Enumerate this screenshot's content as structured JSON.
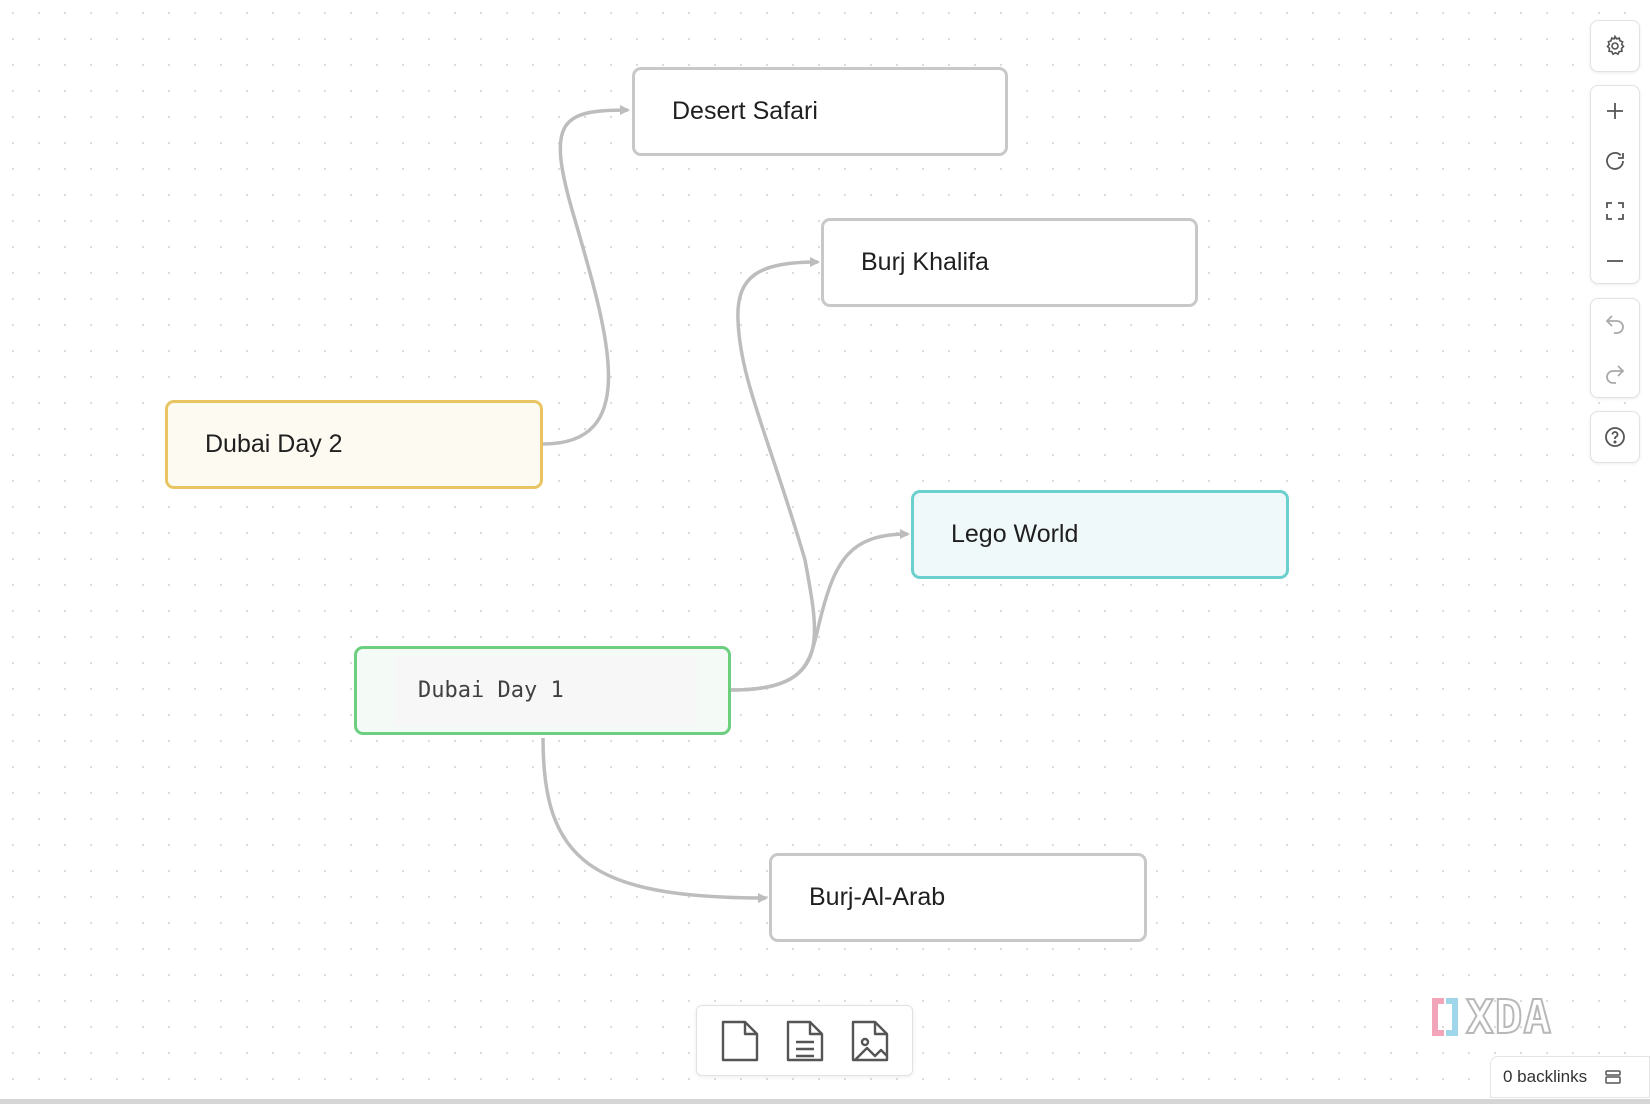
{
  "nodes": {
    "desert_safari": "Desert Safari",
    "burj_khalifa": "Burj Khalifa",
    "dubai_day_2": "Dubai Day 2",
    "lego_world": "Lego World",
    "dubai_day_1": "Dubai Day 1",
    "burj_al_arab": "Burj-Al-Arab"
  },
  "node_colors": {
    "dubai_day_2": "#e8c463",
    "lego_world": "#6cd0d0",
    "dubai_day_1": "#6ccf80",
    "default": "#c8c8c8"
  },
  "edges": [
    {
      "from": "Dubai Day 2",
      "to": "Desert Safari"
    },
    {
      "from": "Dubai Day 1",
      "to": "Burj Khalifa"
    },
    {
      "from": "Dubai Day 1",
      "to": "Lego World"
    },
    {
      "from": "Dubai Day 1",
      "to": "Burj-Al-Arab"
    }
  ],
  "toolbar": {
    "icons": [
      "settings-icon",
      "zoom-in-icon",
      "reset-icon",
      "fit-icon",
      "zoom-out-icon",
      "undo-icon",
      "redo-icon",
      "help-icon"
    ]
  },
  "bottom_bar": {
    "icons": [
      "new-card-icon",
      "note-icon",
      "media-icon"
    ]
  },
  "status": {
    "backlinks": "0 backlinks"
  },
  "logo": {
    "text": "XDA"
  }
}
